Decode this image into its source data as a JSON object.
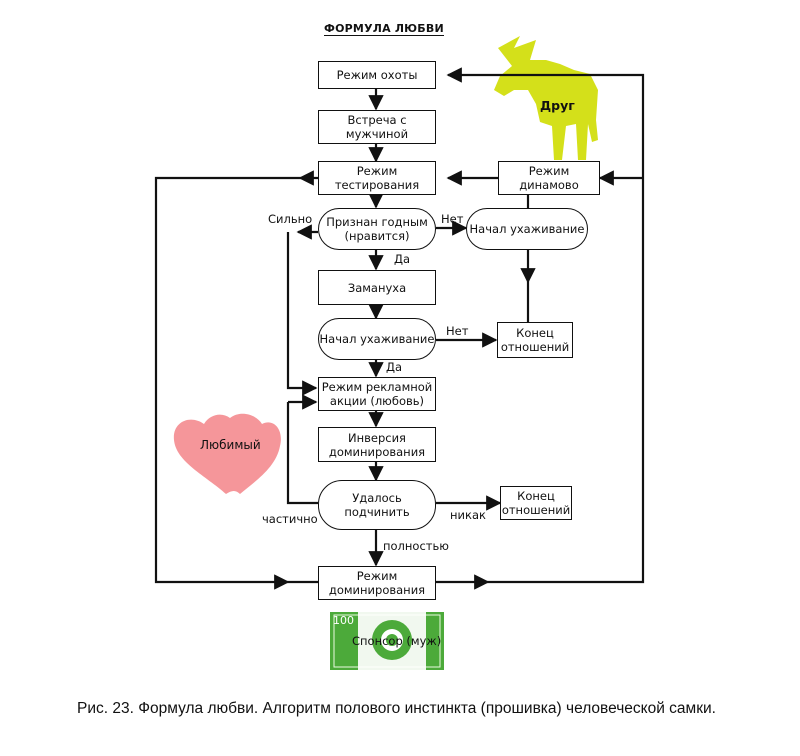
{
  "title": "ФОРМУЛА ЛЮБВИ",
  "nodes": {
    "hunt_mode": "Режим охоты",
    "meet_man": "Встреча с мужчиной",
    "test_mode": "Режим\nтестирования",
    "deemed_fit": "Признан годным\n(нравится)",
    "lure": "Замануха",
    "courtship_start": "Начал ухаживание",
    "ad_campaign": "Режим рекламной\nакции (любовь)",
    "dominance_inversion": "Инверсия\nдоминирования",
    "subdued": "Удалось\nподчинить",
    "dominance_mode": "Режим\nдоминирования",
    "dynamo_mode": "Режим\nдинамово",
    "courtship_start_right": "Начал ухаживание",
    "end_relations_1": "Конец\nотношений",
    "end_relations_2": "Конец\nотношений"
  },
  "edge_labels": {
    "strongly": "Сильно",
    "no_1": "Нет",
    "yes_1": "Да",
    "no_2": "Нет",
    "yes_2": "Да",
    "partially": "частично",
    "not_at_all": "никак",
    "fully": "полностью"
  },
  "figures": {
    "friend_label": "Друг",
    "friend_color": "#d4e01a",
    "beloved_label": "Любимый",
    "beloved_color": "#f5969a",
    "sponsor_value": "100",
    "sponsor_label": "Спонсор (муж)",
    "sponsor_color": "#4caa3a"
  },
  "caption": "Рис. 23. Формула любви. Алгоритм полового инстинкта (прошивка) человеческой самки."
}
